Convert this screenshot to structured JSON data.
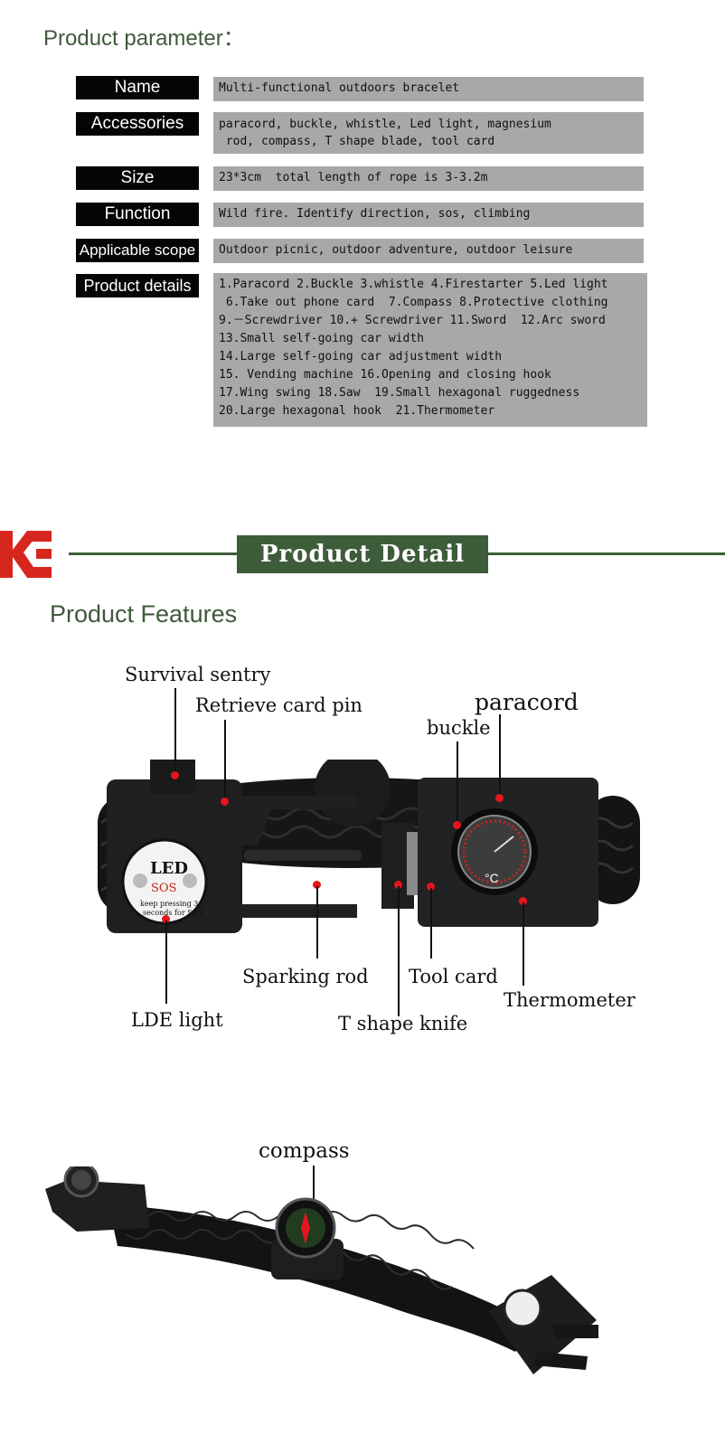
{
  "parameter_section": {
    "title": "Product parameter：",
    "rows": [
      {
        "label": "Name",
        "value": [
          "Multi-functional outdoors bracelet"
        ]
      },
      {
        "label": "Accessories",
        "value": [
          "paracord, buckle, whistle, Led light, magnesium",
          " rod, compass, T shape blade, tool card"
        ]
      },
      {
        "label": "Size",
        "value": [
          "23*3cm  total length of rope is 3-3.2m"
        ]
      },
      {
        "label": "Function",
        "value": [
          "Wild fire. Identify direction, sos, climbing"
        ]
      },
      {
        "label": "Applicable scope",
        "value": [
          "Outdoor picnic, outdoor adventure, outdoor leisure"
        ]
      },
      {
        "label": "Product details",
        "value": [
          "1.Paracord 2.Buckle 3.whistle 4.Firestarter 5.Led light",
          " 6.Take out phone card  7.Compass 8.Protective clothing",
          "9.－Screwdriver 10.+ Screwdriver 11.Sword  12.Arc sword",
          "13.Small self-going car width",
          "14.Large self-going car adjustment width",
          "15. Vending machine 16.Opening and closing hook",
          "17.Wing swing 18.Saw  19.Small hexagonal ruggedness",
          "20.Large hexagonal hook  21.Thermometer"
        ]
      }
    ]
  },
  "banner": {
    "logo_text": "KE",
    "title": "Product Detail",
    "accent_color": "#3d5c3a",
    "logo_color": "#d7261e"
  },
  "features": {
    "title": "Product Features",
    "callouts": {
      "survival_sentry": "Survival sentry",
      "retrieve_card_pin": "Retrieve card pin",
      "paracord": "paracord",
      "buckle": "buckle",
      "sparking_rod": "Sparking rod",
      "tool_card": "Tool card",
      "thermometer": "Thermometer",
      "lde_light": "LDE light",
      "t_shape_knife": "T shape knife",
      "compass": "compass"
    },
    "led_badge": {
      "led": "LED",
      "sos": "SOS",
      "line1": "keep pressing 3",
      "line2": "seconds for SOS"
    },
    "thermo_unit": "°C"
  }
}
